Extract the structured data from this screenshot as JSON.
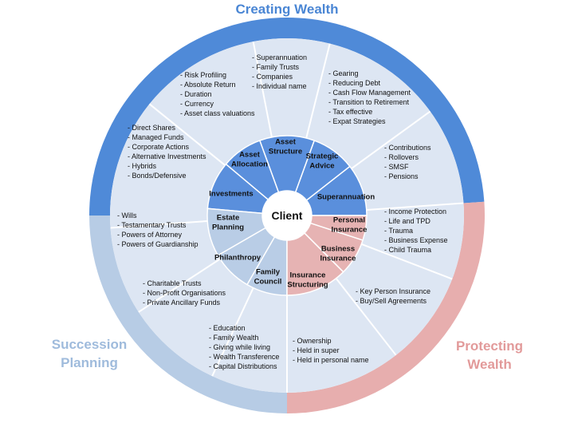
{
  "titles": {
    "creating": "Creating Wealth",
    "succession": [
      "Succession",
      "Planning"
    ],
    "protecting": [
      "Protecting",
      "Wealth"
    ]
  },
  "center": "Client",
  "colors": {
    "creating": "#5a8fdc",
    "succession": "#b9cde6",
    "protecting": "#e6b3b3",
    "ring_blue": "#4f8ad8",
    "ring_light": "#b7cce5",
    "ring_pink": "#e7aeae",
    "panel": "#dde6f3",
    "line": "#ffffff",
    "text": "#111111"
  },
  "segments": [
    {
      "label": [
        "Superannuation"
      ],
      "group": "creating",
      "items": [
        "Contributions",
        "Rollovers",
        "SMSF",
        "Pensions"
      ]
    },
    {
      "label": [
        "Strategic",
        "Advice"
      ],
      "group": "creating",
      "items": [
        "Gearing",
        "Reducing Debt",
        "Cash Flow Management",
        "Transition to Retirement",
        "Tax effective",
        "Expat Strategies"
      ]
    },
    {
      "label": [
        "Asset",
        "Structure"
      ],
      "group": "creating",
      "items": [
        "Superannuation",
        "Family Trusts",
        "Companies",
        "Individual  name"
      ]
    },
    {
      "label": [
        "Asset",
        "Allocation"
      ],
      "group": "creating",
      "items": [
        "Risk Profiling",
        "Absolute Return",
        "Duration",
        "Currency",
        "Asset class valuations"
      ]
    },
    {
      "label": [
        "Investments"
      ],
      "group": "creating",
      "items": [
        "Direct Shares",
        "Managed Funds",
        "Corporate Actions",
        "Alternative Investments",
        "Hybrids",
        "Bonds/Defensive"
      ]
    },
    {
      "label": [
        "Estate",
        "Planning"
      ],
      "group": "succession",
      "items": [
        "Wills",
        "Testamentary Trusts",
        "Powers of Attorney",
        "Powers of Guardianship"
      ]
    },
    {
      "label": [
        "Philanthropy"
      ],
      "group": "succession",
      "items": [
        "Charitable Trusts",
        "Non-Profit Organisations",
        "Private Ancillary Funds"
      ]
    },
    {
      "label": [
        "Family",
        "Council"
      ],
      "group": "succession",
      "items": [
        "Education",
        "Family Wealth",
        "Giving while living",
        "Wealth Transference",
        "Capital Distributions"
      ]
    },
    {
      "label": [
        "Insurance",
        "Structuring"
      ],
      "group": "protecting",
      "items": [
        "Ownership",
        "Held in super",
        "Held in personal name"
      ]
    },
    {
      "label": [
        "Business",
        "Insurance"
      ],
      "group": "protecting",
      "items": [
        "Key Person Insurance",
        "Buy/Sell Agreements"
      ]
    },
    {
      "label": [
        "Personal",
        "Insurance"
      ],
      "group": "protecting",
      "items": [
        "Income Protection",
        "Life and TPD",
        "Trauma",
        "Business Expense",
        "Child Trauma"
      ]
    }
  ]
}
